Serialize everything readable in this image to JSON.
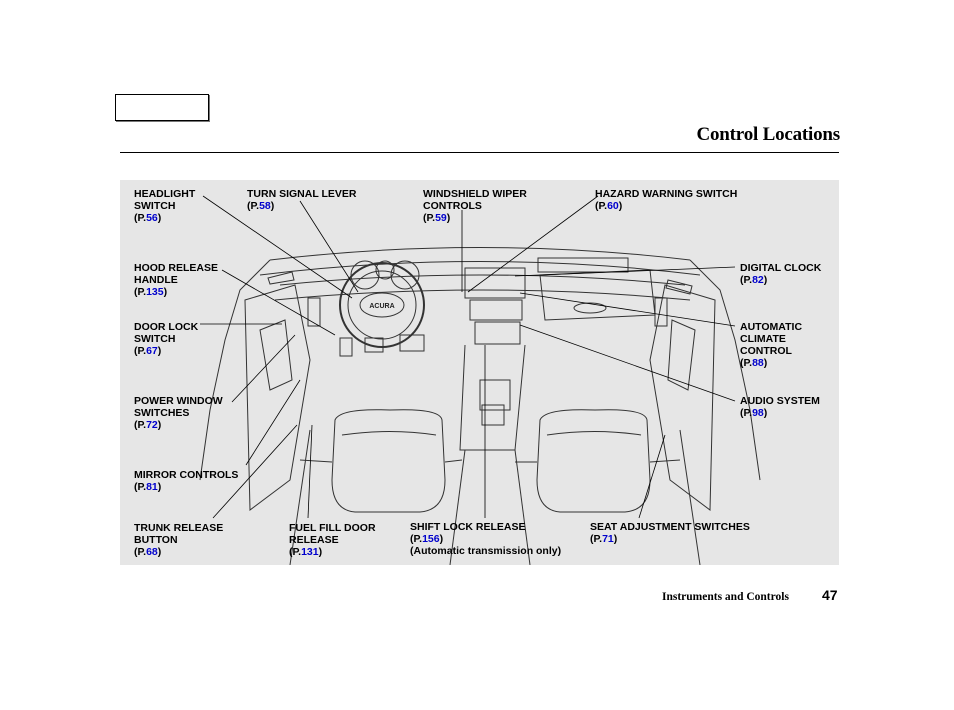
{
  "header": {
    "title": "Control Locations"
  },
  "footer": {
    "section": "Instruments and Controls",
    "page_number": "47"
  },
  "labels": {
    "headlight": {
      "lines": [
        "HEADLIGHT",
        "SWITCH"
      ],
      "page": "56"
    },
    "turn": {
      "lines": [
        "TURN SIGNAL LEVER"
      ],
      "page": "58"
    },
    "wiper": {
      "lines": [
        "WINDSHIELD WIPER",
        "CONTROLS"
      ],
      "page": "59"
    },
    "hazard": {
      "lines": [
        "HAZARD WARNING SWITCH"
      ],
      "page": "60"
    },
    "hood": {
      "lines": [
        "HOOD RELEASE",
        "HANDLE"
      ],
      "page": "135"
    },
    "clock": {
      "lines": [
        "DIGITAL CLOCK"
      ],
      "page": "82"
    },
    "doorlock": {
      "lines": [
        "DOOR LOCK",
        "SWITCH"
      ],
      "page": "67"
    },
    "climate": {
      "lines": [
        "AUTOMATIC",
        "CLIMATE",
        "CONTROL"
      ],
      "page": "88"
    },
    "window": {
      "lines": [
        "POWER WINDOW",
        "SWITCHES"
      ],
      "page": "72"
    },
    "audio": {
      "lines": [
        "AUDIO SYSTEM"
      ],
      "page": "98"
    },
    "mirror": {
      "lines": [
        "MIRROR CONTROLS"
      ],
      "page": "81"
    },
    "trunk": {
      "lines": [
        "TRUNK RELEASE",
        "BUTTON"
      ],
      "page": "68"
    },
    "fuel": {
      "lines": [
        "FUEL FILL DOOR",
        "RELEASE"
      ],
      "page": "131"
    },
    "shiftlock": {
      "lines": [
        "SHIFT LOCK RELEASE"
      ],
      "page": "156",
      "note": "(Automatic transmission only)"
    },
    "seat": {
      "lines": [
        "SEAT ADJUSTMENT SWITCHES"
      ],
      "page": "71"
    }
  },
  "illustration": {
    "brand_text": "ACURA"
  }
}
